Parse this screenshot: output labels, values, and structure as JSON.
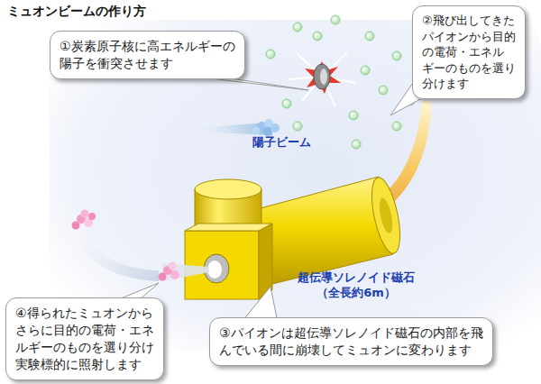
{
  "diagram": {
    "title": "ミュオンビームの作り方",
    "nodes": [
      {
        "text": [
          "①炭素原子核に高エネルギーの 陽子を衝突させます"
        ]
      },
      {
        "text": [
          "②飛び出してきた パイオンから目的 の電荷・エネル ギーのものを選り 分けます"
        ]
      },
      {
        "text": [
          "③パイオンは超伝導ソレノイド磁石の内部を飛 んでいる間に崩壊してミュオンに変わります"
        ]
      },
      {
        "text": [
          "④得られたミュオンから さらに目的の電荷・エネ ルギーのものを選り分け 実験標的に照射します"
        ]
      }
    ],
    "labels": [
      "陽子ビーム",
      "超伝導ソレノイド磁石 （全長約6m）"
    ]
  }
}
